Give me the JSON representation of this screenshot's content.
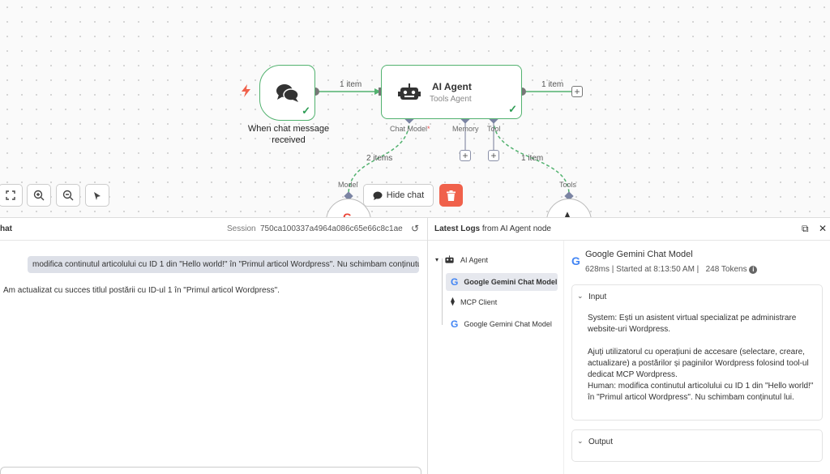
{
  "canvas": {
    "trigger_node": {
      "label": "When chat message received"
    },
    "agent_node": {
      "title": "AI Agent",
      "subtitle": "Tools Agent"
    },
    "edge_labels": {
      "trigger_to_agent": "1 item",
      "agent_out": "1 item",
      "model": "2 items",
      "tool": "1 item"
    },
    "ports": {
      "chat_model": "Chat Model",
      "chat_model_required": "*",
      "memory": "Memory",
      "tool": "Tool",
      "model": "Model",
      "tools": "Tools"
    },
    "controls": {
      "hide_chat": "Hide chat"
    }
  },
  "chat": {
    "title": "hat",
    "session_label": "Session",
    "session_id": "750ca100337a4964a086c65e66c8c1ae",
    "messages": [
      {
        "role": "user",
        "text": "modifica continutul articolului cu ID 1 din \"Hello world!\" în \"Primul articol Wordpress\". Nu schimbam conținutul lui."
      },
      {
        "role": "bot",
        "text": "Am actualizat cu succes titlul postării cu ID-ul 1 în \"Primul articol Wordpress\"."
      }
    ]
  },
  "logs": {
    "title_prefix": "Latest Logs",
    "title_suffix": "from AI Agent node",
    "tree": [
      {
        "label": "AI Agent",
        "icon": "robot-icon"
      },
      {
        "label": "Google Gemini Chat Model",
        "icon": "google-icon",
        "selected": true
      },
      {
        "label": "MCP Client",
        "icon": "mcp-icon"
      },
      {
        "label": "Google Gemini Chat Model",
        "icon": "google-icon"
      }
    ],
    "detail": {
      "title": "Google Gemini Chat Model",
      "duration": "628ms",
      "started": "Started at 8:13:50 AM",
      "tokens": "248 Tokens",
      "input_label": "Input",
      "input_text": "System: Ești un asistent virtual specializat pe administrare website-uri Wordpress.\n\nAjuți utilizatorul cu operațiuni de accesare (selectare, creare, actualizare) a postărilor și paginilor Wordpress folosind tool-ul dedicat MCP Wordpress.\nHuman: modifica continutul articolului cu ID 1 din \"Hello world!\" în \"Primul articol Wordpress\". Nu schimbam conținutul lui.",
      "output_label": "Output"
    }
  },
  "colors": {
    "success": "#52b26f",
    "delete": "#f0614b",
    "port": "#7b84a3",
    "trigger_bolt": "#f0614b"
  }
}
